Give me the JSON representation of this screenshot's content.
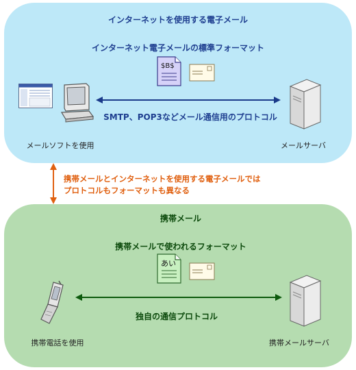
{
  "top": {
    "title": "インターネットを使用する電子メール",
    "format_label": "インターネット電子メールの標準フォーマット",
    "doc_text": "$B$",
    "protocol_label": "SMTP、POP3などメール通信用のプロトコル",
    "client_label": "メールソフトを使用",
    "server_label": "メールサーバ"
  },
  "middle": {
    "note_line1": "携帯メールとインターネットを使用する電子メールでは",
    "note_line2": "プロトコルもフォーマットも異なる"
  },
  "bottom": {
    "title": "携帯メール",
    "format_label": "携帯メールで使われるフォーマット",
    "doc_text": "あい",
    "protocol_label": "独自の通信プロトコル",
    "client_label": "携帯電話を使用",
    "server_label": "携帯メールサーバ"
  },
  "colors": {
    "top_panel": "#bde8f8",
    "bottom_panel": "#b5dcb0",
    "arrow_top": "#1a3a8a",
    "arrow_bottom": "#0c5a0c",
    "arrow_middle": "#e06010"
  }
}
